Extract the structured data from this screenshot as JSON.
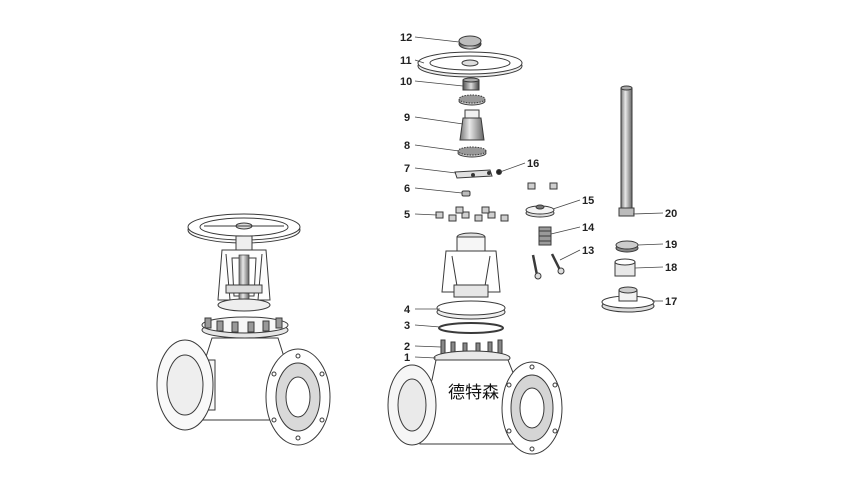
{
  "diagram": {
    "brand_text": "德特森",
    "callouts": [
      "1",
      "2",
      "3",
      "4",
      "5",
      "6",
      "7",
      "8",
      "9",
      "10",
      "11",
      "12",
      "13",
      "14",
      "15",
      "16",
      "17",
      "18",
      "19",
      "20"
    ]
  },
  "colors": {
    "line": "#3a3a3a",
    "fill_light": "#f2f2f2",
    "fill_mid": "#cfcfcf",
    "fill_dark": "#8a8a8a",
    "background": "#ffffff"
  }
}
